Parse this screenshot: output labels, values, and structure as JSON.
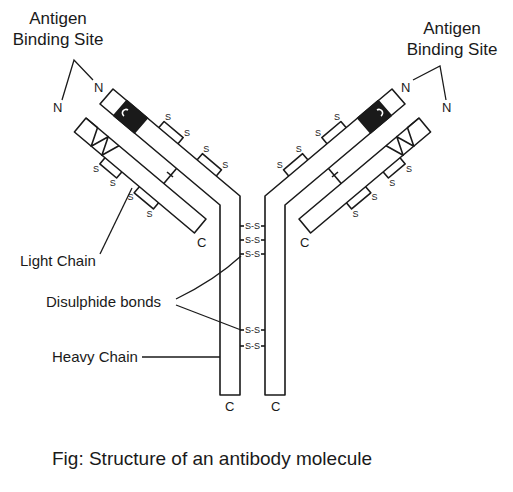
{
  "diagram": {
    "caption": "Fig: Structure of an antibody molecule",
    "labels": [
      "Antigen Binding Site",
      "Antigen Binding Site",
      "N",
      "N",
      "N",
      "N",
      "C",
      "C",
      "Light Chain",
      "Disulphide bonds",
      "Heavy Chain",
      "C",
      "C",
      "S",
      "S",
      "S",
      "S",
      "S",
      "S",
      "S",
      "S",
      "S",
      "S",
      "S",
      "S",
      "S",
      "S",
      "S",
      "S",
      "S-S",
      "S-S",
      "S-S",
      "S-S",
      "S-S"
    ]
  }
}
